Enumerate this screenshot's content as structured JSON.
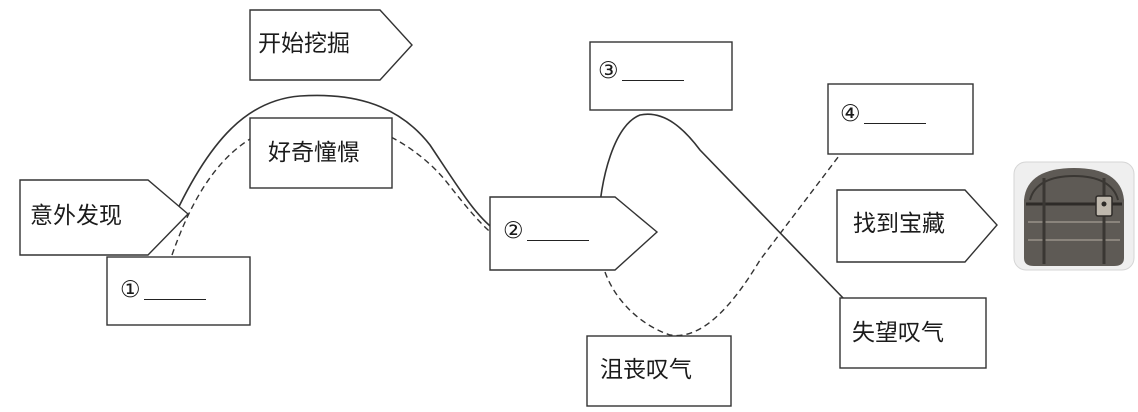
{
  "flow": {
    "start": "意外发现",
    "step_dig": "开始挖掘",
    "step_curious": "好奇憧憬",
    "blank_1_marker": "①",
    "blank_2_marker": "②",
    "blank_3_marker": "③",
    "blank_4_marker": "④",
    "low_dashed": "沮丧叹气",
    "low_solid": "失望叹气",
    "end": "找到宝藏"
  },
  "icons": {
    "treasure": "treasure-chest-icon"
  },
  "colors": {
    "line": "#333333",
    "text": "#1b1b1b",
    "chest": "#5e5a55"
  }
}
